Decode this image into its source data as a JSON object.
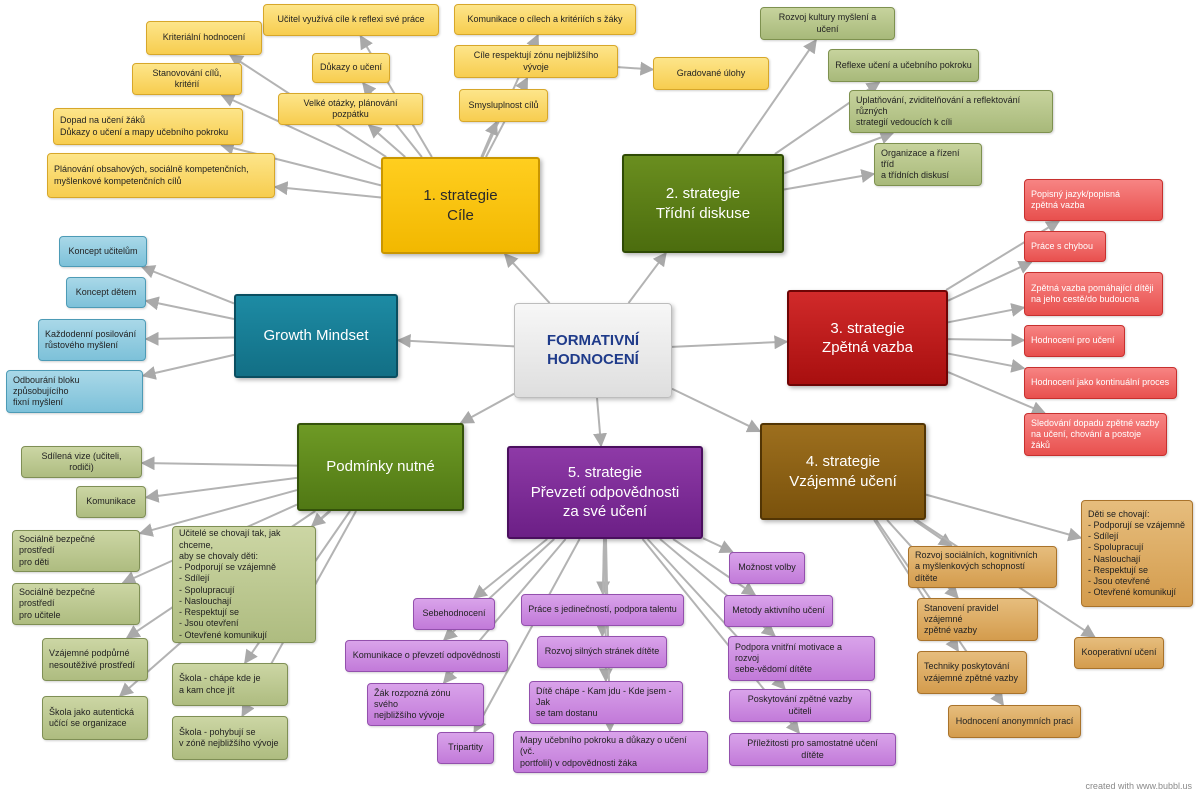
{
  "center": "FORMATIVNÍ\nHODNOCENÍ",
  "credit": "created with www.bubbl.us",
  "groups": {
    "cile": {
      "title": "1. strategie\nCíle",
      "items": [
        "Učitel využívá cíle k reflexi své práce",
        "Kriteriální hodnocení",
        "Důkazy o učení",
        "Stanovování cílů, kritérií",
        "Velké otázky, plánování pozpátku",
        "Dopad na učení žáků\nDůkazy o učení a mapy učebního pokroku",
        "Plánování obsahových, sociálně kompetenčních,\nmyšlenkové kompetenčních cílů",
        "Komunikace o cílech a kritériích s žáky",
        "Cíle respektují zónu nejbližšího vývoje",
        "Gradované úlohy",
        "Smysluplnost cílů"
      ]
    },
    "diskuse": {
      "title": "2. strategie\nTřídní diskuse",
      "items": [
        "Rozvoj kultury myšlení a učení",
        "Reflexe učení a učebního pokroku",
        "Uplatňování, zviditelňování a reflektování  různých\nstrategií vedoucích k cíli",
        "Organizace a řízení tříd\na třídních diskusí"
      ]
    },
    "zpetna": {
      "title": "3. strategie\nZpětná vazba",
      "items": [
        "Popisný jazyk/popisná\nzpětná vazba",
        "Práce s chybou",
        "Zpětná vazba pomáhající dítěji\nna jeho cestě/do budoucna",
        "Hodnocení pro učení",
        "Hodnocení jako kontinuální proces",
        "Sledování dopadu zpětné vazby\nna učení, chování a postoje žáků"
      ]
    },
    "growth": {
      "title": "Growth Mindset",
      "items": [
        "Koncept učitelům",
        "Koncept dětem",
        "Každodenní posilování\nrůstového myšlení",
        "Odbourání bloku způsobujícího\nfixní myšlení"
      ]
    },
    "podminky": {
      "title": "Podmínky nutné",
      "items": [
        "Sdílená vize (učiteli, rodiči)",
        "Komunikace",
        "Sociálně bezpečné prostředí\npro děti",
        "Sociálně bezpečné prostředí\npro učitele",
        "Vzájemné podpůrné\nnesoutěživé prostředí",
        "Škola jako autentická\nučící se organizace",
        "Učitelé se chovají tak, jak chceme,\naby se chovaly děti:\n- Podporují se vzájemně\n- Sdílejí\n- Spolupracují\n- Naslouchají\n- Respektují se\n- Jsou otevření\n- Otevřené komunikují",
        "Škola - chápe kde je\na kam chce jít",
        "Škola - pohybují se\nv zóně nejbližšího vývoje"
      ]
    },
    "prevzeti": {
      "title": "5. strategie\nPřevzetí odpovědnosti\nza své učení",
      "items": [
        "Sebehodnocení",
        "Komunikace o převzetí odpovědnosti",
        "Žák rozpozná zónu svého\nnejbližšího vývoje",
        "Tripartity",
        "Práce s jedinečností, podpora talentu",
        "Rozvoj silných stránek dítěte",
        "Dítě chápe - Kam jdu - Kde jsem - Jak\nse tam dostanu",
        "Mapy učebního pokroku a důkazy o učení (vč.\nportfolií) v odpovědnosti žáka",
        "Možnost volby",
        "Metody aktivního učení",
        "Podpora vnitřní motivace a rozvoj\nsebe-vědomí dítěte",
        "Poskytování zpětné vazby učiteli",
        "Příležitosti pro samostatné učení dítěte"
      ]
    },
    "vzajemne": {
      "title": "4. strategie\nVzájemné učení",
      "items": [
        "Děti se chovají:\n- Podporují se vzájemně\n- Sdílejí\n- Spolupracují\n- Naslouchají\n- Respektují se\n- Jsou otevřené\n- Otevřené komunikují",
        "Rozvoj sociálních, kognitivních\na myšlenkových schopností dítěte",
        "Stanovení pravidel vzájemné\nzpětné vazby",
        "Kooperativní učení",
        "Techniky poskytování\nvzájemné zpětné vazby",
        "Hodnocení anonymních prací"
      ]
    }
  }
}
